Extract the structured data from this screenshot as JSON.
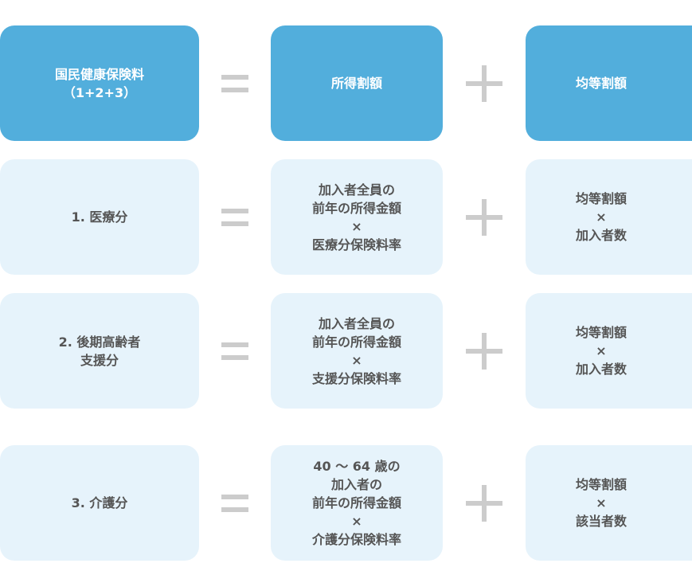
{
  "header": {
    "total": "国民健康保険料\n（1+2+3）",
    "income": "所得割額",
    "equal": "均等割額"
  },
  "rows": [
    {
      "label": "1. 医療分",
      "income": "加入者全員の\n前年の所得金額\n×\n医療分保険料率",
      "equal": "均等割額\n×\n加入者数"
    },
    {
      "label": "2. 後期高齢者\n支援分",
      "income": "加入者全員の\n前年の所得金額\n×\n支援分保険料率",
      "equal": "均等割額\n×\n加入者数"
    },
    {
      "label": "3. 介護分",
      "income": "40 ～ 64 歳の\n加入者の\n前年の所得金額\n×\n介護分保険料率",
      "equal": "均等割額\n×\n該当者数"
    }
  ],
  "colors": {
    "header": "#52aedc",
    "light": "#e6f3fb",
    "symbol": "#cccccc",
    "text": "#555555"
  }
}
